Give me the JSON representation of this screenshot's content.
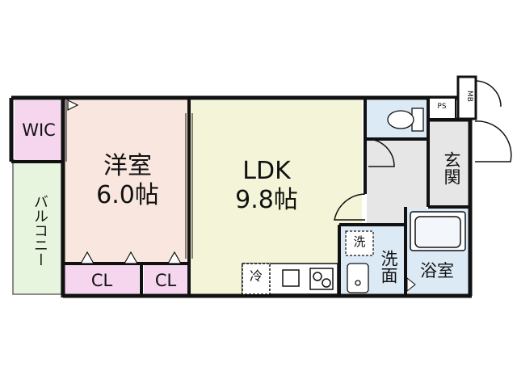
{
  "rooms": {
    "wic": "WIC",
    "balcony": "バルコニー",
    "bedroom": {
      "name": "洋室",
      "size": "6.0帖"
    },
    "ldk": {
      "name": "LDK",
      "size": "9.8帖"
    },
    "closet_1": "CL",
    "closet_2": "CL",
    "entrance": "玄関",
    "washroom": "洗面",
    "bathroom": "浴室",
    "ps": "PS",
    "mb": "MB"
  },
  "fixtures": {
    "fridge": "冷",
    "washer": "洗"
  },
  "colors": {
    "wall": "#111111",
    "bedroom_floor": "#f9e6de",
    "ldk_floor": "#f4f5d8",
    "closet_floor": "#f6d6ef",
    "balcony_floor": "#e8f5de",
    "wet_area_floor": "#dceaf6",
    "entrance_floor": "#e6e6e6"
  }
}
